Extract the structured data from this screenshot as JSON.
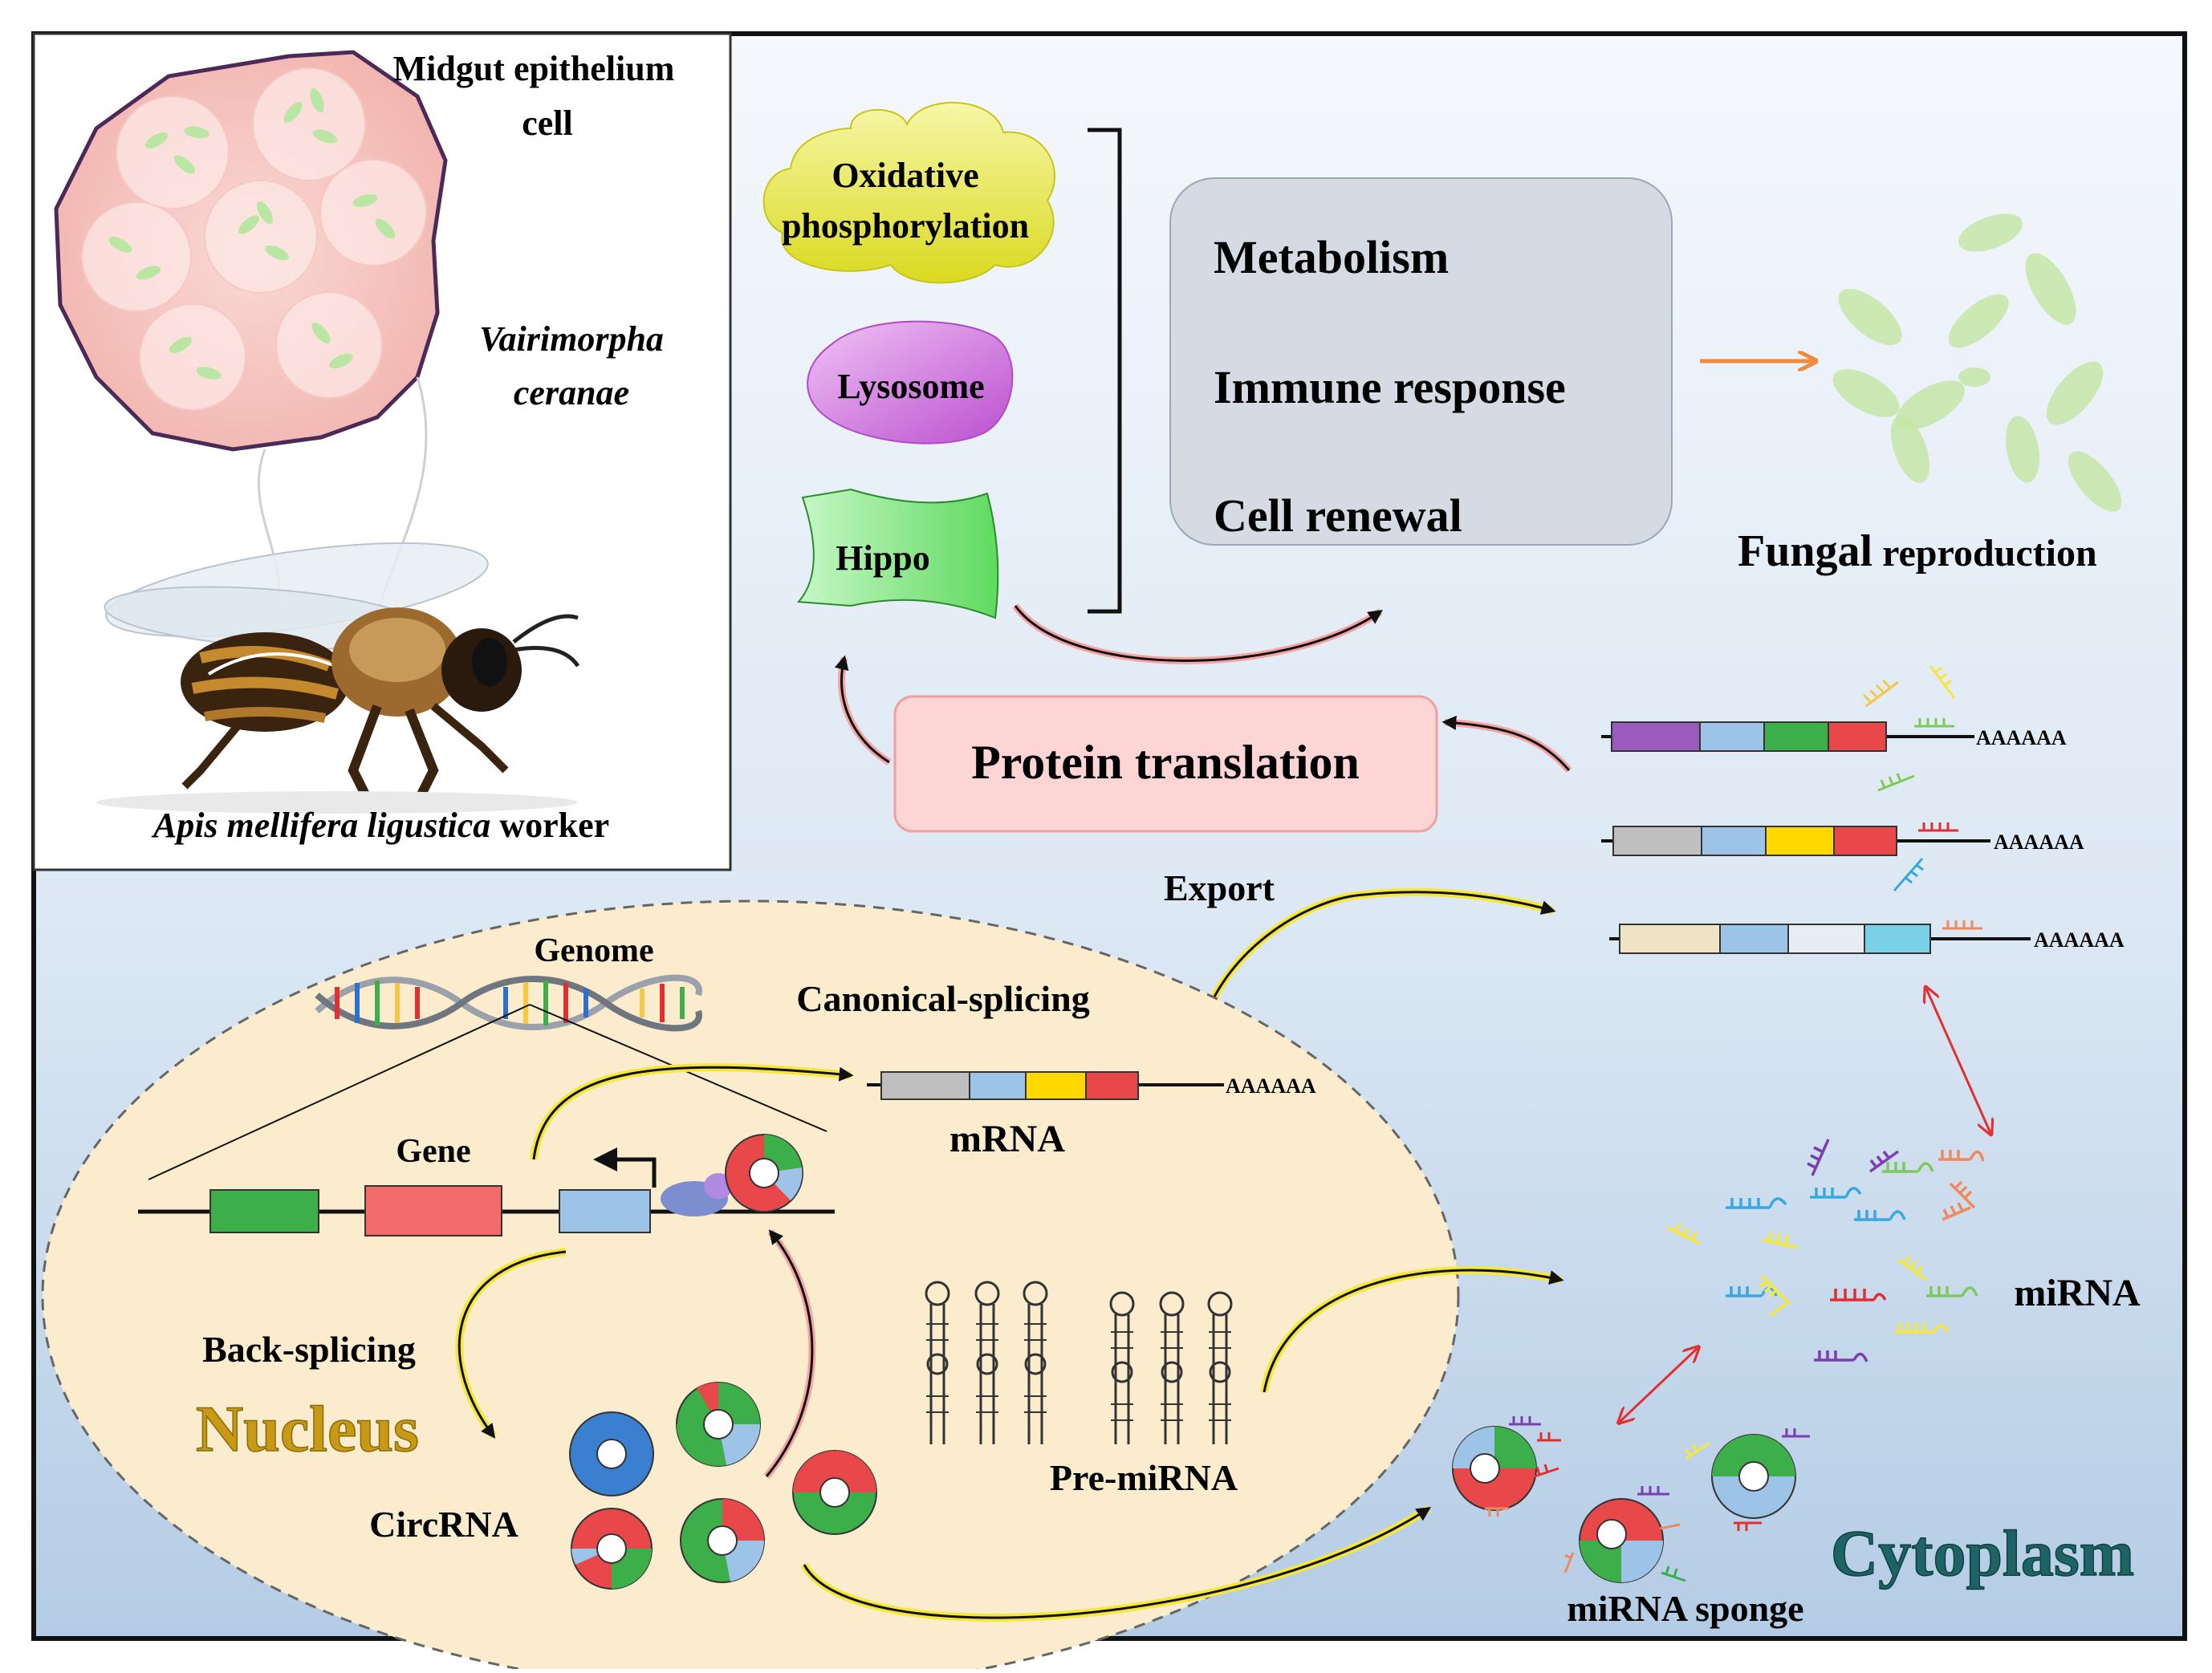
{
  "inset": {
    "cell_label_line1": "Midgut  epithelium",
    "cell_label_line2": "cell",
    "pathogen_line1": "Vairimorpha",
    "pathogen_line2": "ceranae",
    "host_species": "Apis mellifera ligustica",
    "host_caste": " worker"
  },
  "pathways": {
    "oxphos_line1": "Oxidative",
    "oxphos_line2": "phosphorylation",
    "lysosome": "Lysosome",
    "hippo": "Hippo"
  },
  "processes": {
    "metabolism": "Metabolism",
    "immune": "Immune  response",
    "cell_renewal": "Cell renewal"
  },
  "outcome": {
    "fungal": "Fungal",
    "reproduction": " reproduction"
  },
  "translation": {
    "label": "Protein translation"
  },
  "transcripts": {
    "polyA": "AAAAAA",
    "export": "Export",
    "mrna": "mRNA",
    "canonical": "Canonical-splicing",
    "genome": "Genome",
    "gene": "Gene",
    "back_splicing": "Back-splicing"
  },
  "compartments": {
    "nucleus": "Nucleus",
    "cytoplasm": "Cytoplasm"
  },
  "rna": {
    "circrna": "CircRNA",
    "pre_mirna": "Pre-miRNA",
    "mirna": "miRNA",
    "sponge": "miRNA  sponge"
  },
  "colors": {
    "background_top": "#f4f7fb",
    "background_bottom": "#b8cfe6",
    "nucleus_fill": "#fbeccd",
    "pathway_box": "#d5dae3",
    "translation_box": "#fdd5d5",
    "translation_border": "#f0a0a0",
    "nucleus_text": "#c89a14",
    "cytoplasm_text": "#1e6466",
    "arrow_yellow": "#f5e83a",
    "arrow_orange": "#f08a3c"
  }
}
